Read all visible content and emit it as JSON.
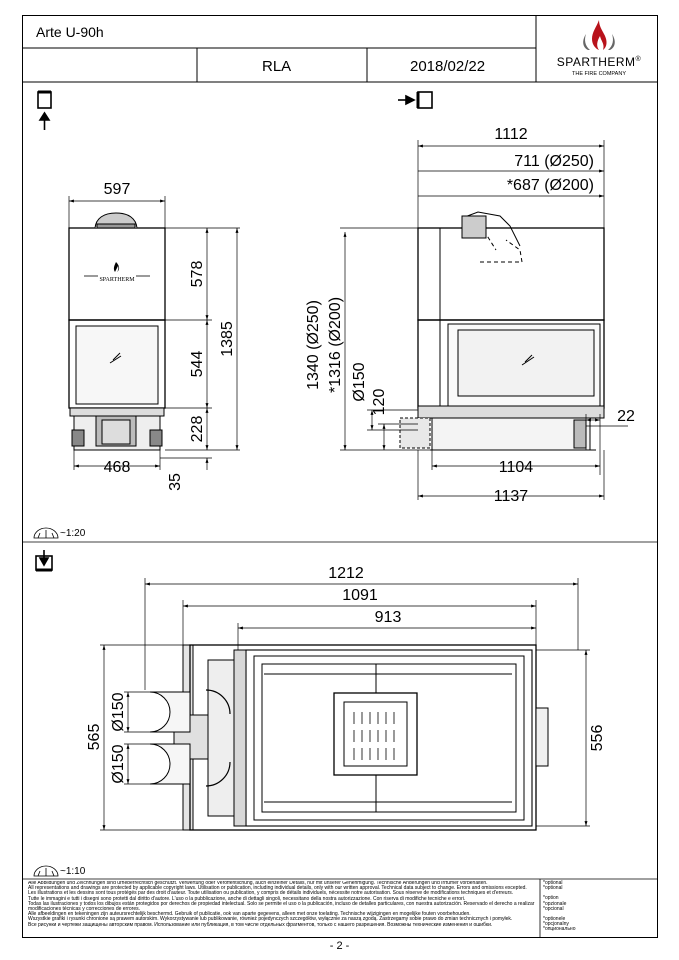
{
  "header": {
    "model": "Arte U-90h",
    "variant": "RLA",
    "date": "2018/02/22",
    "brand": "SPARTHERM",
    "brand_reg": "®",
    "tagline": "THE FIRE COMPANY"
  },
  "front_view": {
    "width_top": "597",
    "height_upper": "578",
    "height_glass": "544",
    "height_total": "1385",
    "height_base": "228",
    "width_base": "468",
    "foot": "35",
    "badge": "SPARTHERM"
  },
  "side_view": {
    "width_total_top": "1112",
    "flue_250": "711 (Ø250)",
    "flue_200": "*687 (Ø200)",
    "height_250": "1340 (Ø250)",
    "height_200": "*1316 (Ø200)",
    "inlet_dia": "Ø150",
    "inlet_height": "120",
    "offset": "22",
    "width_bottom": "1104",
    "width_total_bottom": "1137"
  },
  "scale_1": "~1:20",
  "top_view": {
    "width_total": "1212",
    "width_mid": "1091",
    "width_inner": "913",
    "depth_total": "565",
    "depth_inner": "556",
    "inlet_upper": "Ø150",
    "inlet_lower": "Ø150"
  },
  "scale_2": "~1:10",
  "disclaimer": [
    "Alle Abbildungen und Zeichnungen sind urheberrechtlich geschützt. Verwertung oder Veröffentlichung, auch einzelner Details, nur mit unserer Genehmigung. Technische Änderungen und Irrtümer vorbehalten.",
    "All representations and drawings are protected by applicable copyright laws. Utilisation or publication, including individual details, only with our written approval. Technical data subject to change. Errors and omissions excepted.",
    "Les illustrations et les dessins sont tous protégés par des droit d'auteur. Toute utilisation ou publication, y compris de détails individuels, nécessite notre autorisation. Sous réserve de modifications techniques et d'erreurs.",
    "Tutte le immagini e tutti i disegni sono protetti dal diritto d'autore. L'uso o la pubblicazione, anche di dettagli singoli, necessitano della nostra autorizzazione. Con riserva di modifiche tecniche e errori.",
    "Todas las ilustraciones y todos los dibujos están protegidos por derechos de propiedad intelectual. Solo se permite el uso o la publicación, incluso de detalles particulares, con nuestra autorización. Reservado el derecho a realizar modificaciones técnicas y correcciones de errores.",
    "Alle afbeeldingen en tekeningen zijn auteursrechtelijk beschermd. Gebruik of publicatie, ook van aparte gegevens, alleen met onze toelating. Technische wijzigingen en mogelijke fouten voorbehouden.",
    "Wszystkie grafiki i rysunki chronione są prawem autorskim. Wykorzystywanie lub publikowanie, również pojedynczych szczegółów, wyłącznie za naszą zgodą. Zastrzegamy sobie prawo do zmian technicznych i pomyłek.",
    "Все рисунки и чертежи защищены авторским правом. Использование или публикация, в том числе отдельных фрагментов, только с нашего разрешения. Возможны технические изменения и ошибки."
  ],
  "optional_labels": [
    "*optional",
    "*optional",
    "",
    "*option",
    "*opzionale",
    "*opcional",
    "",
    "*optionele",
    "*opcjonalny",
    "*опционально"
  ],
  "page_number": "- 2 -"
}
